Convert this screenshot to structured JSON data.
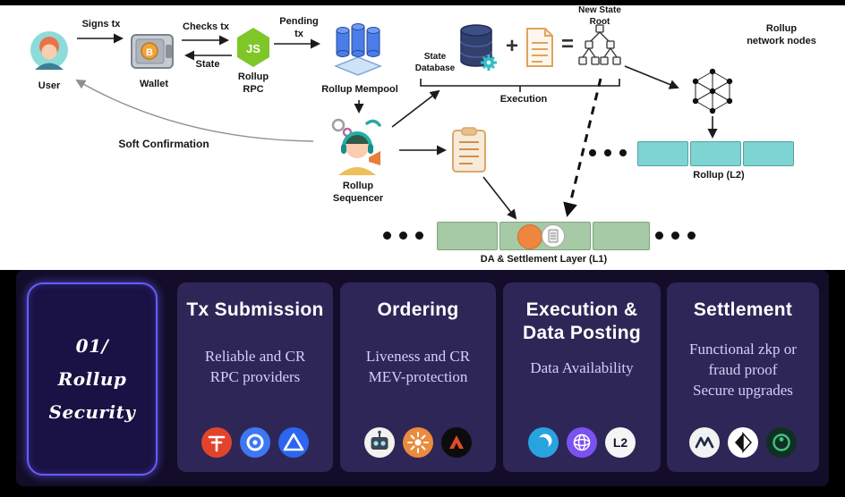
{
  "diagram": {
    "user": "User",
    "signs_tx": "Signs tx",
    "wallet": "Wallet",
    "checks_tx": "Checks tx",
    "state": "State",
    "rpc_line1": "Rollup",
    "rpc_line2": "RPC",
    "pending_line1": "Pending",
    "pending_line2": "tx",
    "mempool": "Rollup Mempool",
    "sequencer_line1": "Rollup",
    "sequencer_line2": "Sequencer",
    "soft_confirmation": "Soft Confirmation",
    "state_db_line1": "State",
    "state_db_line2": "Database",
    "plus_sign": "+",
    "equals_sign": "=",
    "new_state_root_line1": "New State",
    "new_state_root_line2": "Root",
    "execution": "Execution",
    "network_nodes_line1": "Rollup",
    "network_nodes_line2": "network nodes",
    "rollup_l2": "Rollup (L2)",
    "da_layer": "DA & Settlement Layer (L1)",
    "icons": {
      "nodejs_glyph": "JS",
      "wallet_coin_glyph": "B"
    }
  },
  "panel": {
    "intro": {
      "line1": "01/",
      "line2": "Rollup",
      "line3": "Security"
    },
    "icon_glyphs": {
      "l2beat": "L2"
    },
    "cards": [
      {
        "title": "Tx Submission",
        "body": [
          "Reliable and CR",
          "RPC providers"
        ]
      },
      {
        "title": "Ordering",
        "body": [
          "Liveness and CR",
          "MEV-protection"
        ]
      },
      {
        "title": "Execution &",
        "title2": "Data Posting",
        "body": [
          "Data Availability"
        ]
      },
      {
        "title": "Settlement",
        "body": [
          "Functional zkp or",
          "fraud proof",
          "Secure upgrades"
        ]
      }
    ]
  },
  "colors": {
    "teal_block": "#7ed3d3",
    "green_block": "#a6c9a6",
    "orange_accent": "#ee8640",
    "panel_bg": "#130d29",
    "card_bg": "#2e2657",
    "intro_border": "#6a5cf5",
    "nodejs_green": "#7fc728",
    "body_text": "#d9cdf6"
  }
}
